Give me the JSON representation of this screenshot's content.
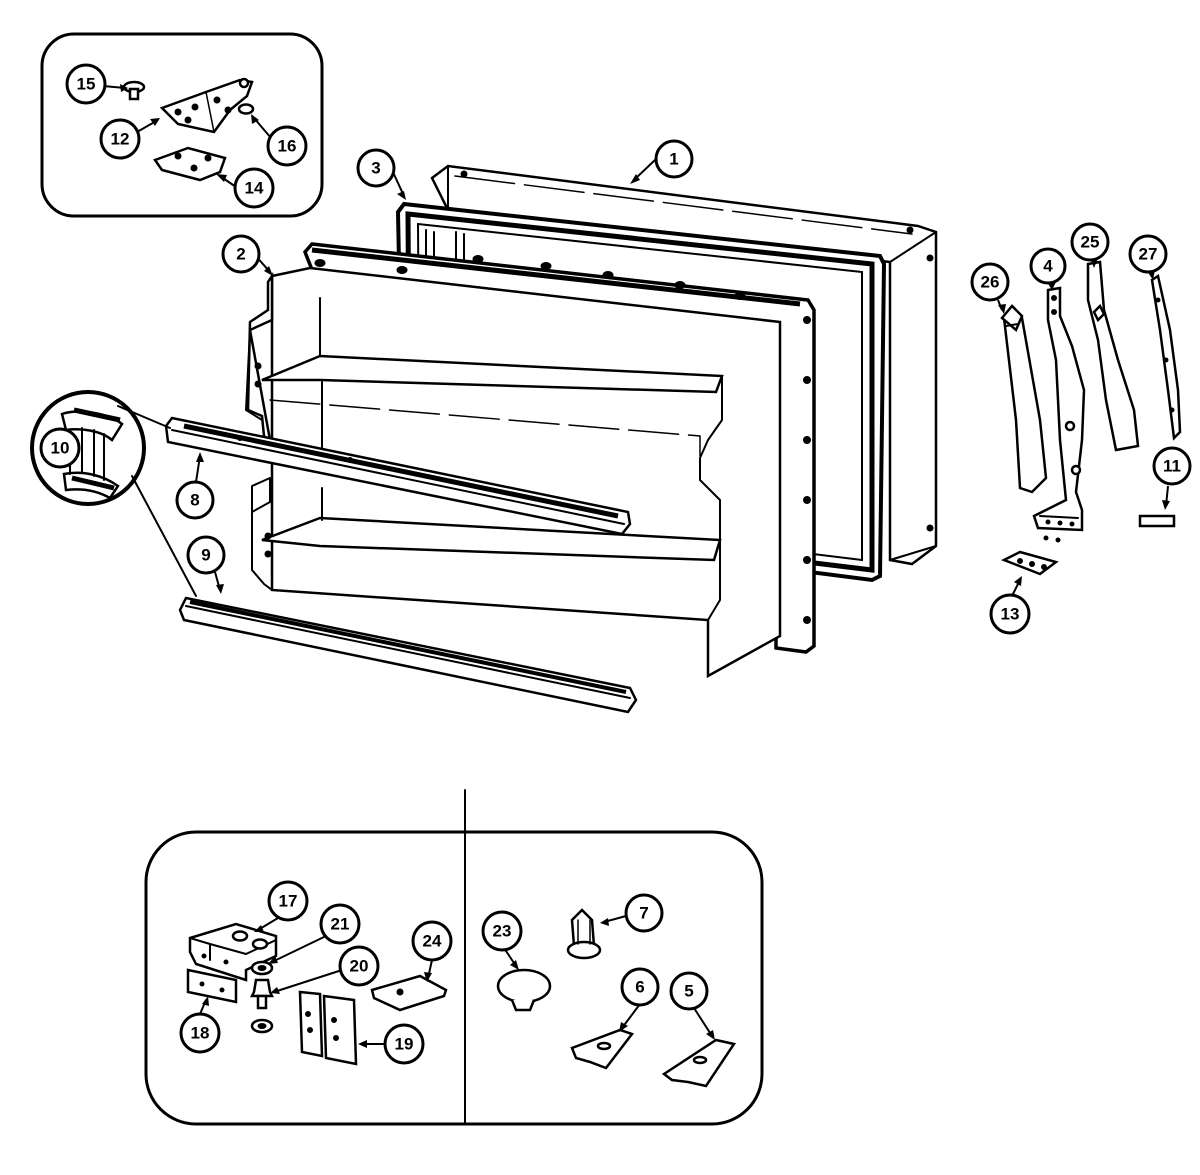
{
  "diagram": {
    "callouts": [
      {
        "id": "c1",
        "label": "1"
      },
      {
        "id": "c2",
        "label": "2"
      },
      {
        "id": "c3",
        "label": "3"
      },
      {
        "id": "c4",
        "label": "4"
      },
      {
        "id": "c5",
        "label": "5"
      },
      {
        "id": "c6",
        "label": "6"
      },
      {
        "id": "c7",
        "label": "7"
      },
      {
        "id": "c8",
        "label": "8"
      },
      {
        "id": "c9",
        "label": "9"
      },
      {
        "id": "c10",
        "label": "10"
      },
      {
        "id": "c11",
        "label": "11"
      },
      {
        "id": "c12",
        "label": "12"
      },
      {
        "id": "c13",
        "label": "13"
      },
      {
        "id": "c14",
        "label": "14"
      },
      {
        "id": "c15",
        "label": "15"
      },
      {
        "id": "c16",
        "label": "16"
      },
      {
        "id": "c17",
        "label": "17"
      },
      {
        "id": "c18",
        "label": "18"
      },
      {
        "id": "c19",
        "label": "19"
      },
      {
        "id": "c20",
        "label": "20"
      },
      {
        "id": "c21",
        "label": "21"
      },
      {
        "id": "c23",
        "label": "23"
      },
      {
        "id": "c24",
        "label": "24"
      },
      {
        "id": "c25",
        "label": "25"
      },
      {
        "id": "c26",
        "label": "26"
      },
      {
        "id": "c27",
        "label": "27"
      }
    ]
  }
}
